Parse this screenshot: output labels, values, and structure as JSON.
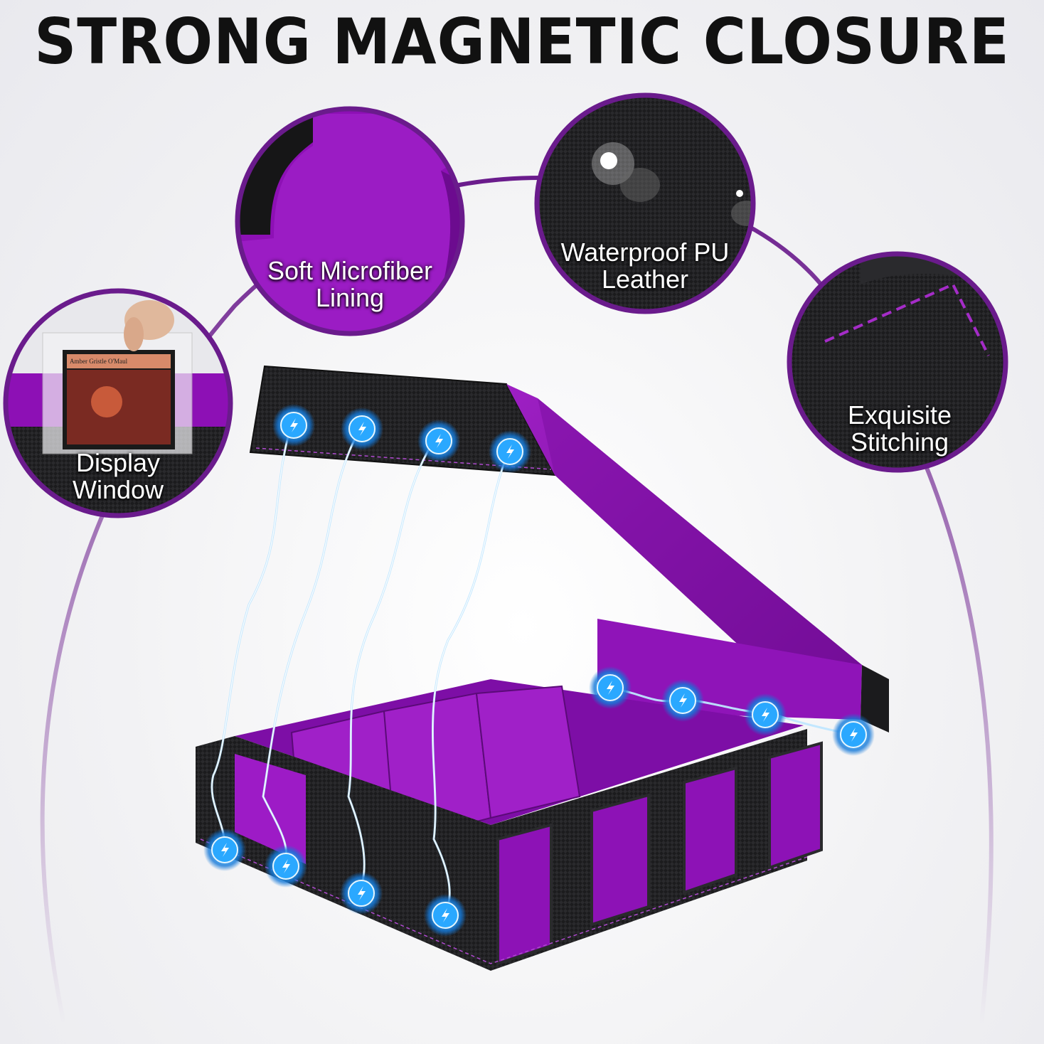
{
  "headline": "STRONG MAGNETIC CLOSURE",
  "colors": {
    "purple": "#8a0fb0",
    "purple_dark": "#5b0a78",
    "black_leather": "#1c1c1e",
    "magnet_blue": "#2aa8ff",
    "ring_purple": "#6a1b8c"
  },
  "callouts": {
    "microfiber": {
      "line1": "Soft Microfiber",
      "line2": "Lining"
    },
    "leather": {
      "line1": "Waterproof PU",
      "line2": "Leather"
    },
    "stitching": {
      "line1": "Exquisite",
      "line2": "Stitching"
    },
    "display": {
      "line1": "Display",
      "line2": "Window"
    }
  },
  "card": {
    "name": "Amber Gristle O'Maul"
  },
  "icons": [
    "magnet-lightning-icon",
    "microfiber-lining-closeup",
    "pu-leather-water-drops-closeup",
    "stitching-closeup",
    "display-window-closeup"
  ]
}
